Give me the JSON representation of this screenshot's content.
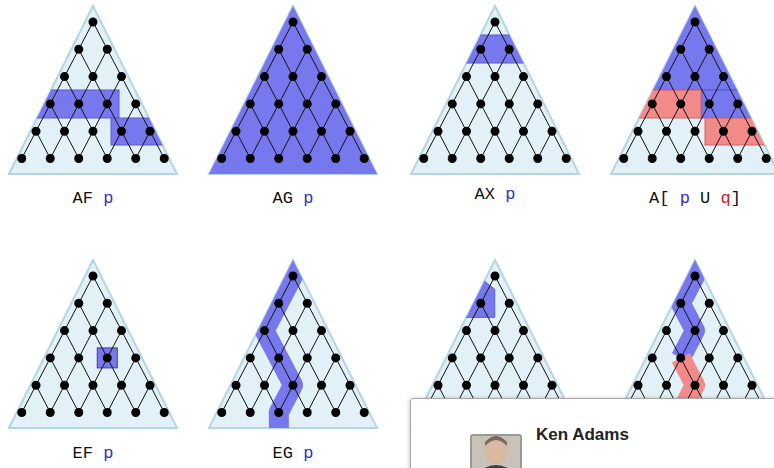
{
  "diagram": {
    "nodes": [
      {
        "text": [
          "Ken Adams"
        ]
      }
    ],
    "labels": [
      "AF",
      "p",
      "AG",
      "p",
      "AX",
      "p",
      "A[",
      "p",
      "U",
      "q",
      "]",
      "EF",
      "p",
      "EG",
      "p"
    ]
  }
}
